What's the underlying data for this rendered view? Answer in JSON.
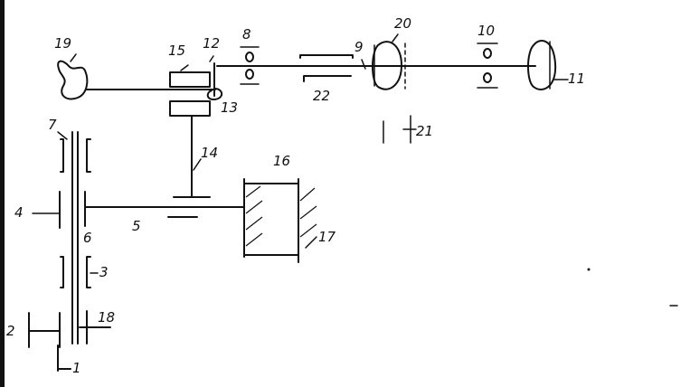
{
  "colors": {
    "ink": "#111111",
    "background": "#ffffff"
  },
  "diagram": {
    "labels": {
      "l1": "1",
      "l2": "2",
      "l3": "3",
      "l4": "4",
      "l5": "5",
      "l6": "6",
      "l7": "7",
      "l8": "8",
      "l9": "9",
      "l10": "10",
      "l11": "11",
      "l12": "12",
      "l13": "13",
      "l14": "14",
      "l15": "15",
      "l16": "16",
      "l17": "17",
      "l18": "18",
      "l19": "19",
      "l20": "20",
      "l21": "21",
      "l22": "22"
    }
  }
}
